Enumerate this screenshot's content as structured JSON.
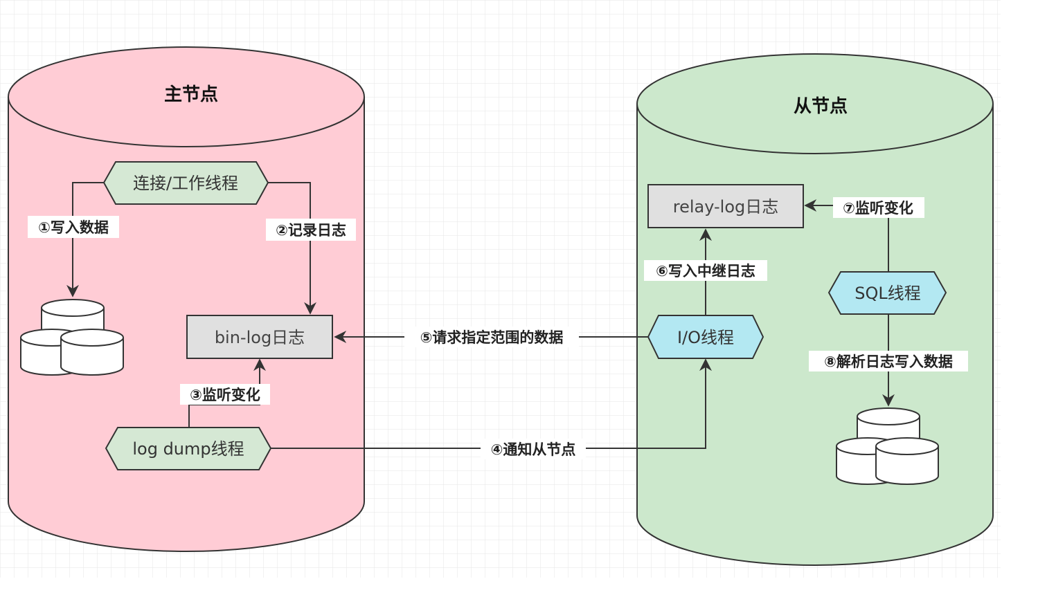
{
  "master": {
    "title": "主节点",
    "fill": "#ffccd5",
    "conn_thread": "连接/工作线程",
    "binlog": "bin-log日志",
    "dump_thread": "log dump线程",
    "step1": "①写入数据",
    "step2": "②记录日志",
    "step3": "③监听变化"
  },
  "slave": {
    "title": "从节点",
    "fill": "#cce8cc",
    "relaylog": "relay-log日志",
    "io_thread": "I/O线程",
    "sql_thread": "SQL线程",
    "step6": "⑥写入中继日志",
    "step7": "⑦监听变化",
    "step8": "⑧解析日志写入数据"
  },
  "links": {
    "step4": "④通知从节点",
    "step5": "⑤请求指定范围的数据"
  },
  "colors": {
    "hex_green": "#d5e8d4",
    "hex_blue": "#b3e8f2",
    "box_grey": "#e0e0e0",
    "grid": "#e6e6e6"
  }
}
